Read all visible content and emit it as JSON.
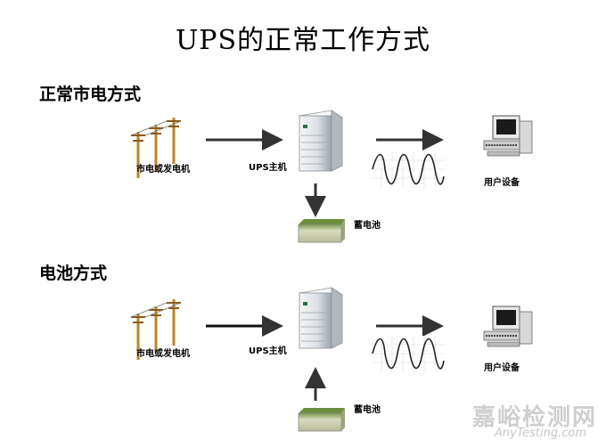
{
  "title": "UPS的正常工作方式",
  "sections": [
    {
      "heading": "正常市电方式",
      "source_label": "市电或发电机",
      "ups_label": "UPS主机",
      "battery_label": "蓄电池",
      "device_label": "用户设备",
      "battery_flow": "ups-to-battery"
    },
    {
      "heading": "电池方式",
      "source_label": "市电或发电机",
      "ups_label": "UPS主机",
      "battery_label": "蓄电池",
      "device_label": "用户设备",
      "battery_flow": "battery-to-ups"
    }
  ],
  "watermark": {
    "text": "嘉峪检测网",
    "subtext": "AnyTesting.com"
  }
}
